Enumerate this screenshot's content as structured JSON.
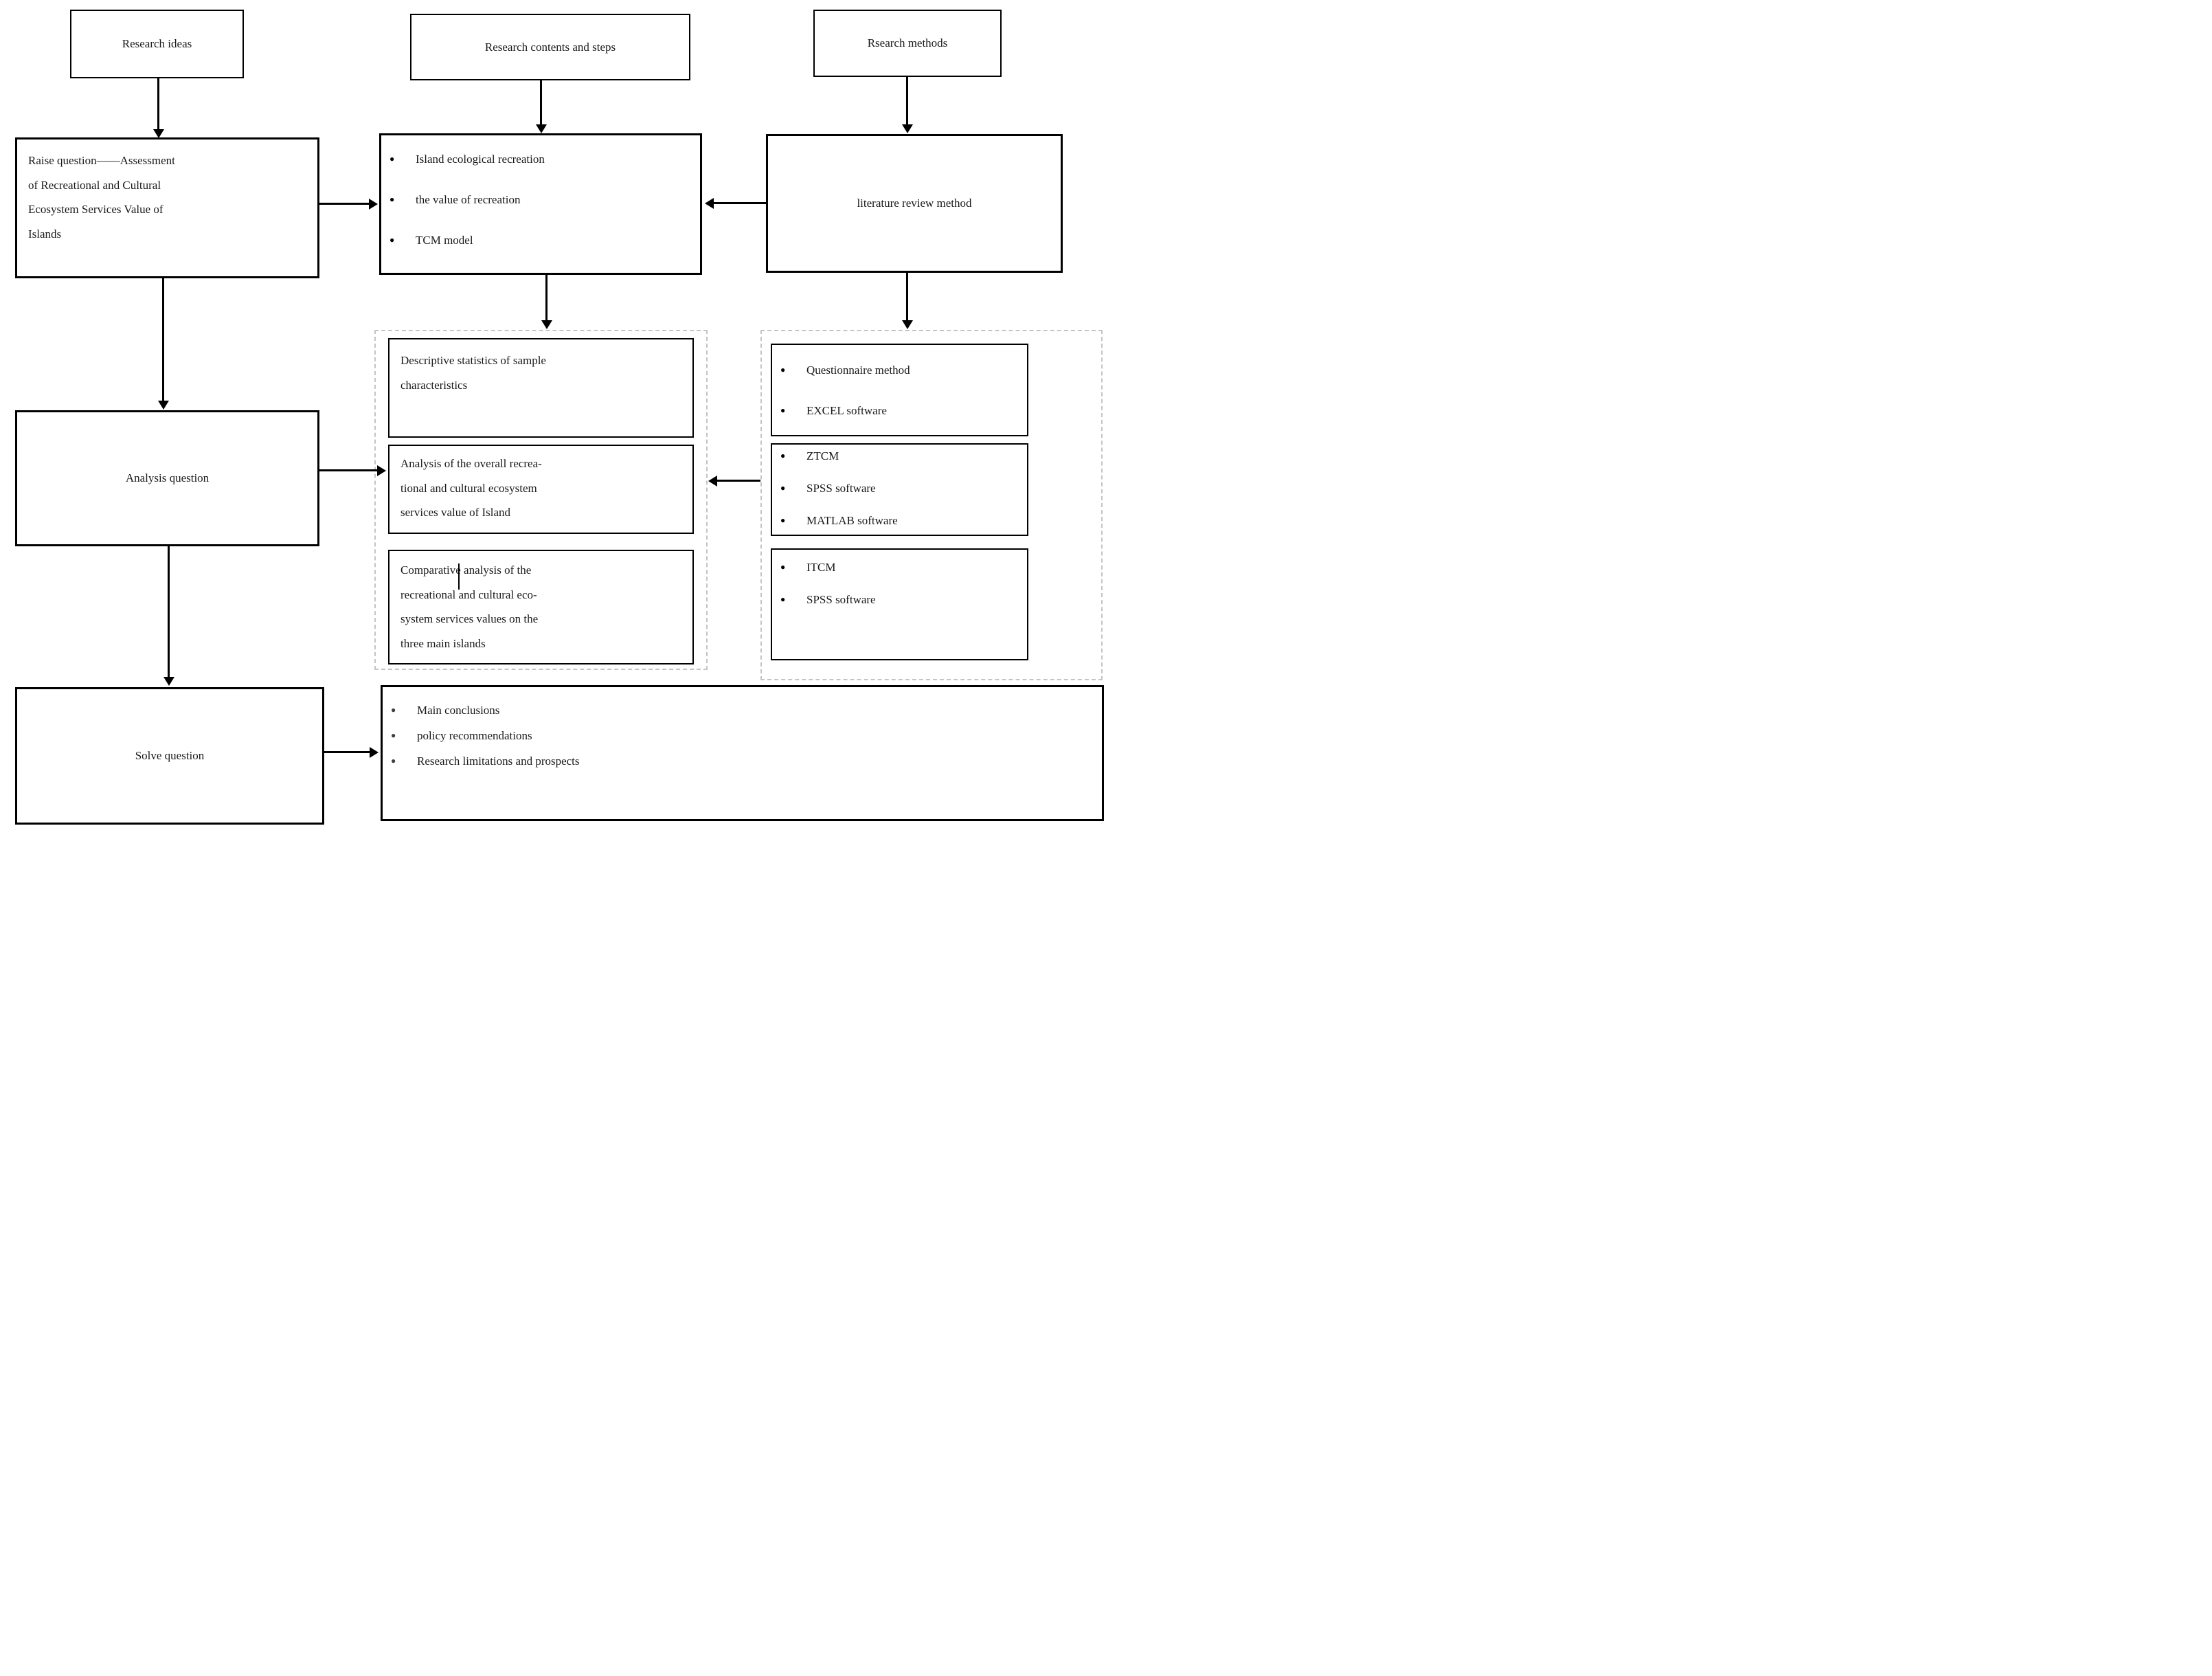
{
  "diagram": {
    "headers": {
      "ideas": "Research ideas",
      "contents": "Research contents and steps",
      "methods": "Rsearch methods"
    },
    "raise_question_lines": [
      "Raise question——Assessment",
      "of Recreational and Cultural",
      "Ecosystem Services Value of",
      "Islands"
    ],
    "content_bullets": [
      "Island ecological recreation",
      "the value of recreation",
      "TCM model"
    ],
    "literature_method": "literature review method",
    "analysis_question": "Analysis question",
    "steps": {
      "step1_lines": [
        "Descriptive statistics of sample",
        "characteristics"
      ],
      "step2_lines": [
        "Analysis of the overall recrea-",
        "tional and cultural ecosystem",
        "services value of Island"
      ],
      "step3_lines": [
        "Comparative analysis of the",
        "recreational and cultural eco-",
        "system services values on the",
        "three main islands"
      ]
    },
    "methods_groups": {
      "group1": [
        "Questionnaire method",
        "EXCEL software"
      ],
      "group2": [
        "ZTCM",
        "SPSS software",
        "MATLAB software"
      ],
      "group3": [
        "ITCM",
        "SPSS software"
      ]
    },
    "solve_question": "Solve question",
    "conclusion_bullets": [
      "Main conclusions",
      "policy recommendations",
      "Research limitations and prospects"
    ],
    "bullet_glyph": "●",
    "colors": {
      "border": "#000000",
      "dashed_border": "#c4c4c4",
      "text": "#1a1a1a",
      "dark_bullet": "#3d3d3d",
      "background": "#ffffff"
    }
  }
}
